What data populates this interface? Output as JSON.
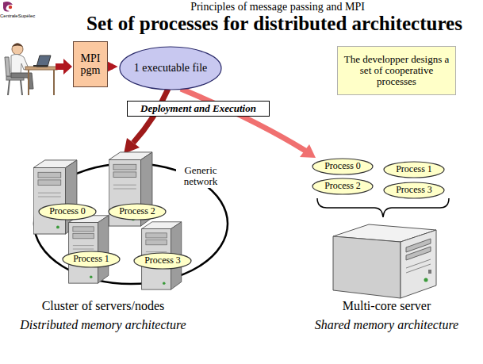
{
  "diagram": {
    "title": "Set of processes for distributed architectures",
    "nodes": [
      {
        "text": [
          "MPI pgm"
        ]
      },
      {
        "text": [
          "1 executable file"
        ]
      },
      {
        "text": [
          "The developper designs a set of cooperative processes"
        ]
      },
      {
        "text": [
          "Deployment and Execution"
        ]
      },
      {
        "text": [
          "Process 0"
        ]
      },
      {
        "text": [
          "Process 2"
        ]
      },
      {
        "text": [
          "Process 1"
        ]
      },
      {
        "text": [
          "Process 3"
        ]
      },
      {
        "text": [
          "Process 0"
        ]
      },
      {
        "text": [
          "Process 1"
        ]
      },
      {
        "text": [
          "Process 2"
        ]
      },
      {
        "text": [
          "Process 3"
        ]
      }
    ],
    "edges": [
      {
        "from": 0,
        "to": 1,
        "arrow": "to"
      }
    ],
    "labels": [
      "CentraleSupélec",
      "Principles of message passing and MPI",
      "Generic network",
      "Cluster of servers/nodes",
      "Distributed memory architecture",
      "Multi-core server",
      "Shared memory architecture"
    ]
  }
}
